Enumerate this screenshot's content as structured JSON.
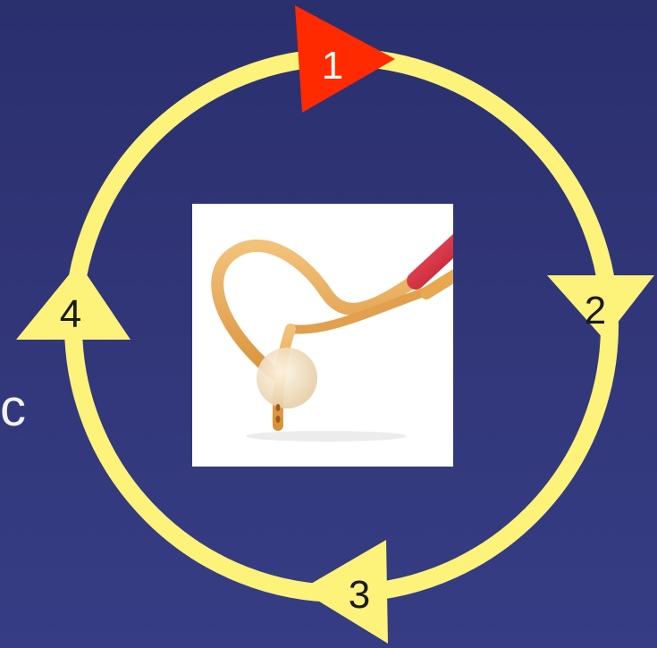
{
  "slide": {
    "partial_text": "c",
    "colors": {
      "background": "#2f3474",
      "cycle_ring": "#fdf27a",
      "active_step": "#ff2a00",
      "inactive_step": "#fdf27a",
      "photo_background": "#ffffff"
    }
  },
  "cycle": {
    "steps": [
      {
        "label": "1",
        "state": "active"
      },
      {
        "label": "2",
        "state": "inactive"
      },
      {
        "label": "3",
        "state": "inactive"
      },
      {
        "label": "4",
        "state": "inactive"
      }
    ]
  },
  "image": {
    "subject_icon": "catheter-photo-icon"
  }
}
